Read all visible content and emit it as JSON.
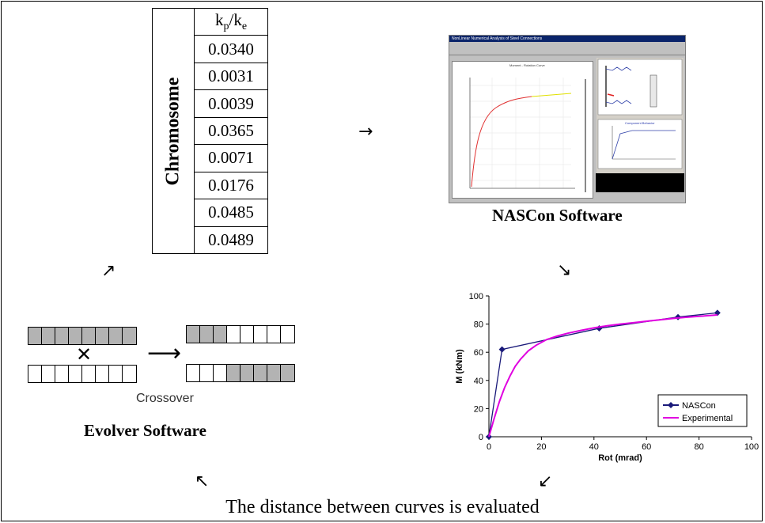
{
  "chromosome": {
    "label": "Chromosome",
    "header_main": "k",
    "header_sub_p": "p",
    "header_sub_e": "e",
    "values": [
      "0.0340",
      "0.0031",
      "0.0039",
      "0.0365",
      "0.0071",
      "0.0176",
      "0.0485",
      "0.0489"
    ]
  },
  "nascon": {
    "title": "NASCon Software",
    "window_title": "NonLinear Numerical Analysis of Steel Connections",
    "plot_caption": "Moment - Rotation Curve",
    "component_caption": "Component Behavior"
  },
  "evolver": {
    "title": "Evolver Software",
    "crossover_label": "Crossover",
    "parent_top": [
      "g",
      "g",
      "g",
      "g",
      "g",
      "g",
      "g",
      "g"
    ],
    "parent_bottom": [
      "w",
      "w",
      "w",
      "w",
      "w",
      "w",
      "w",
      "w"
    ],
    "child_top": [
      "g",
      "g",
      "g",
      "w",
      "w",
      "w",
      "w",
      "w"
    ],
    "child_bottom": [
      "w",
      "w",
      "w",
      "g",
      "g",
      "g",
      "g",
      "g"
    ]
  },
  "arrows": {
    "right": "→",
    "ne": "↗",
    "se": "↘",
    "sw": "↙",
    "nw": "↖",
    "crossover": "⟶",
    "cross": "✕"
  },
  "footer": "The distance between curves is evaluated",
  "chart_data": {
    "type": "line",
    "xlabel": "Rot (mrad)",
    "ylabel": "M (kNm)",
    "xlim": [
      0,
      100
    ],
    "ylim": [
      0,
      100
    ],
    "xticks": [
      0,
      20,
      40,
      60,
      80,
      100
    ],
    "yticks": [
      0,
      20,
      40,
      60,
      80,
      100
    ],
    "legend_position": "bottom-right",
    "series": [
      {
        "name": "NASCon",
        "color": "#1a1a7a",
        "marker": "diamond",
        "x": [
          0,
          5,
          42,
          72,
          87
        ],
        "y": [
          0,
          62,
          77,
          85,
          88
        ]
      },
      {
        "name": "Experimental",
        "color": "#e000e0",
        "marker": "none",
        "x": [
          0,
          2,
          4,
          6,
          8,
          10,
          12,
          15,
          18,
          22,
          26,
          30,
          35,
          40,
          45,
          50,
          55,
          60,
          65,
          70,
          75,
          80,
          87
        ],
        "y": [
          0,
          13,
          25,
          35,
          43,
          50,
          55,
          61,
          65,
          69,
          71.5,
          73.5,
          75.5,
          77.3,
          78.8,
          80,
          81,
          82,
          83,
          84,
          84.8,
          85.5,
          86.5
        ]
      }
    ]
  }
}
